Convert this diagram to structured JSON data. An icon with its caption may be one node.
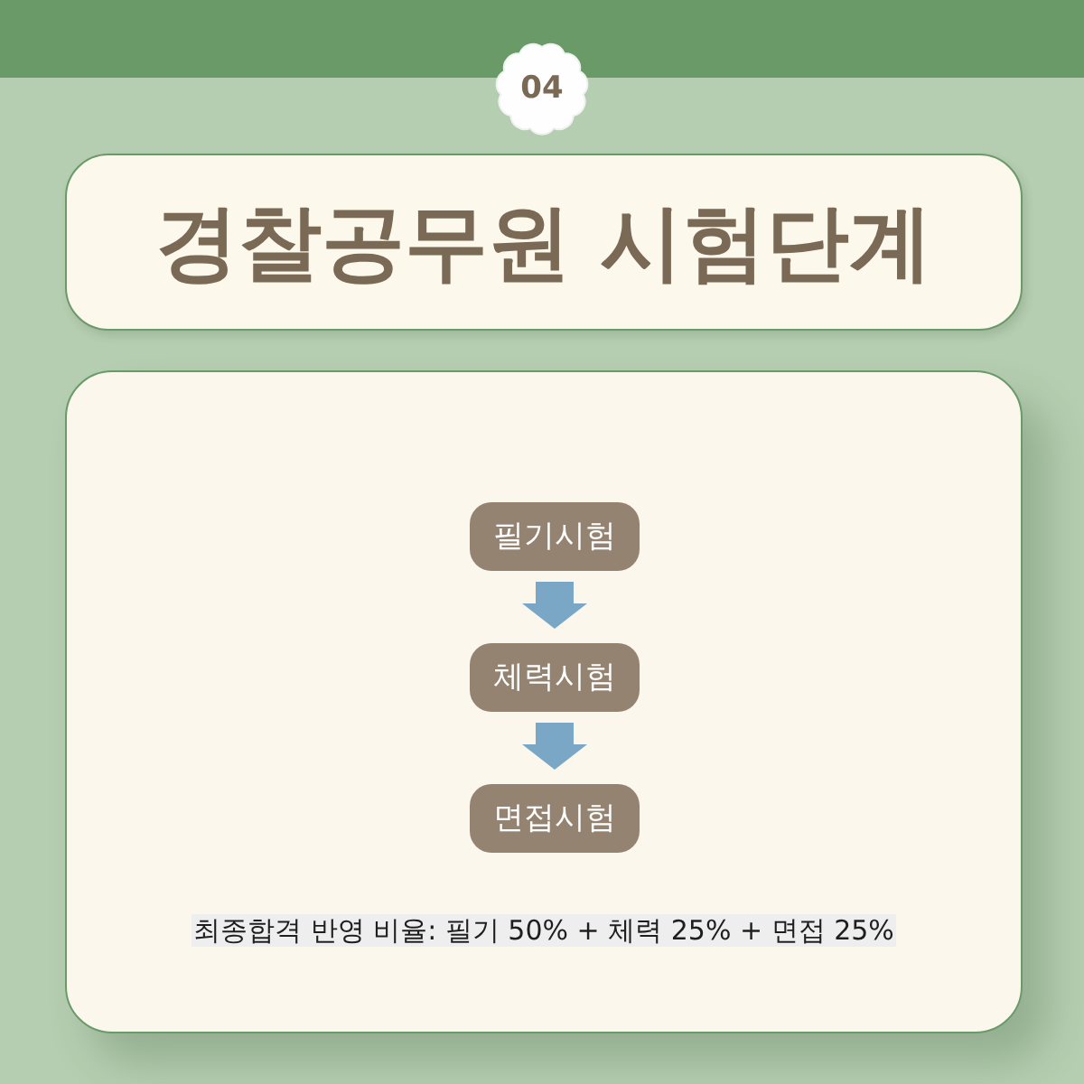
{
  "diagram": {
    "title": "경찰공무원 시험단계",
    "nodes": [
      {
        "text": [
          "04"
        ]
      },
      {
        "text": [
          "필기시험"
        ]
      },
      {
        "text": [
          "체력시험"
        ]
      },
      {
        "text": [
          "면접시험"
        ]
      }
    ],
    "edges": [
      {
        "from": 1,
        "to": 2,
        "arrow": "to"
      },
      {
        "from": 2,
        "to": 3,
        "arrow": "to"
      }
    ],
    "labels": [
      "최종합격 반영 비율: 필기 50% + 체력 25% + 면접 25%"
    ]
  }
}
